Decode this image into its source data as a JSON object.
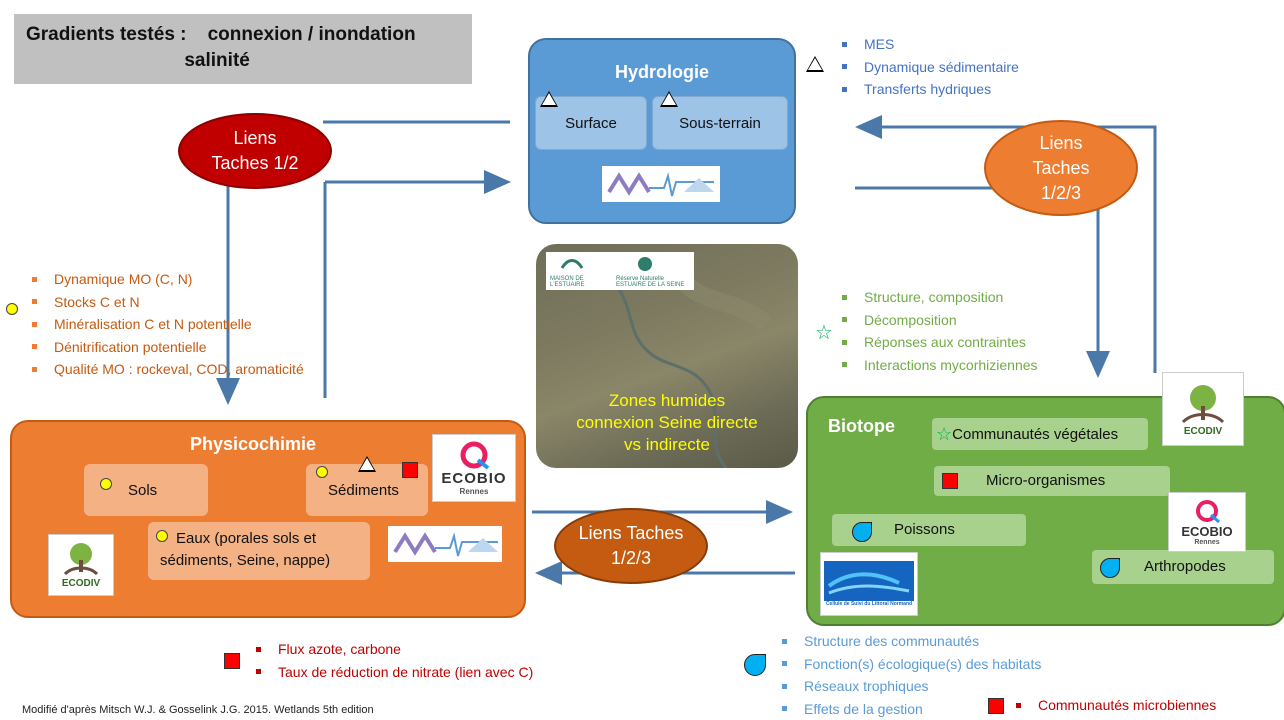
{
  "title": {
    "line1": "Gradients testés :    connexion / inondation",
    "line2": "                              salinité"
  },
  "hydrologie": {
    "title": "Hydrologie",
    "surface": "Surface",
    "sous_terrain": "Sous-terrain",
    "bullets": [
      "MES",
      "Dynamique sédimentaire",
      "Transferts hydriques"
    ]
  },
  "liens_12": {
    "line1": "Liens",
    "line2": "Taches 1/2"
  },
  "liens_123_right": {
    "line1": "Liens",
    "line2": "Taches",
    "line3": "1/2/3"
  },
  "liens_123_bottom": {
    "line1": "Liens Taches",
    "line2": "1/2/3"
  },
  "center_photo": {
    "label_line1": "Zones humides",
    "label_line2": "connexion Seine directe",
    "label_line3": "vs indirecte",
    "logo1": "MAISON DE L'ESTUAIRE",
    "logo2": "Réserve Naturelle ESTUAIRE DE LA SEINE"
  },
  "physico_bullets": [
    "Dynamique MO (C, N)",
    "Stocks C et N",
    "Minéralisation C et N potentielle",
    "Dénitrification potentielle",
    "Qualité MO  : rockeval, COD, aromaticité"
  ],
  "physicochimie": {
    "title": "Physicochimie",
    "sols": "Sols",
    "sediments": "Sédiments",
    "eaux_line1": "Eaux (porales sols et",
    "eaux_line2": "sédiments, Seine, nappe)"
  },
  "biotope_bullets": [
    "Structure, composition",
    "Décomposition",
    "Réponses aux contraintes",
    "Interactions mycorhiziennes"
  ],
  "biotope": {
    "title": "Biotope",
    "vegetales": "Communautés végétales",
    "micro": "Micro-organismes",
    "poissons": "Poissons",
    "arthropodes": "Arthropodes"
  },
  "flux_bullets": [
    "Flux azote, carbone",
    "Taux de réduction de nitrate (lien avec C)"
  ],
  "communautes_bullets": [
    "Structure des communautés",
    "Fonction(s) écologique(s) des habitats",
    "Réseaux trophiques",
    "Effets de la gestion"
  ],
  "microbiennes": "Communautés microbiennes",
  "footnote": "Modifié d'après Mitsch W.J. & Gosselink J.G. 2015. Wetlands 5th edition",
  "logos": {
    "ecobio": "ECOBIO",
    "rennes": "Rennes",
    "ecodiv": "ECODIV",
    "cellule": "Cellule de Suivi du Littoral Normand"
  },
  "colors": {
    "blue_panel": "#5b9bd5",
    "orange_panel": "#ed7d31",
    "green_panel": "#70ad47",
    "ellipse_red": "#c00000",
    "ellipse_orange": "#ed7d31",
    "ellipse_brown": "#c55a11",
    "arrow": "#4a78a8"
  }
}
